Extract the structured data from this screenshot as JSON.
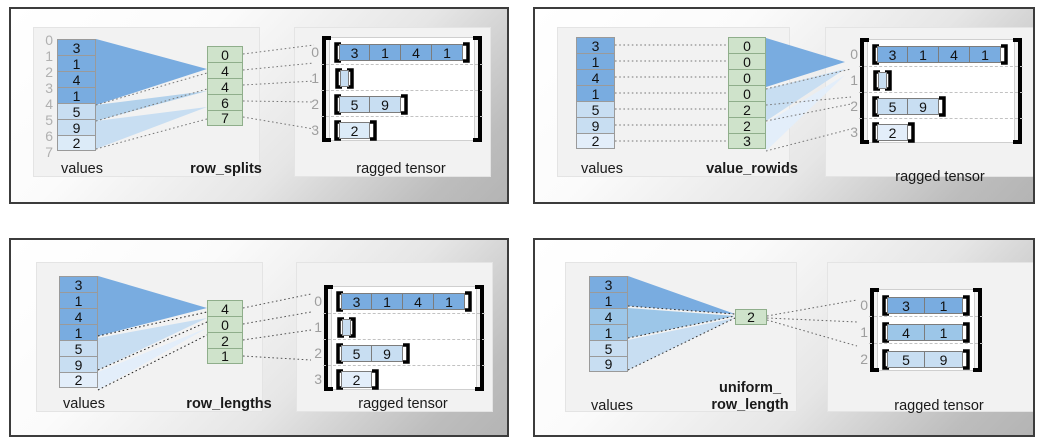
{
  "colors": {
    "blue_dark": "#79ace0",
    "blue_mid": "#9cc6e8",
    "blue_light": "#c8def2",
    "blue_pale": "#dcebf8",
    "green": "#cfe3cb",
    "panel_border": "#3c3c3c",
    "index_gray": "#b0b0b0",
    "bracket": "#000000"
  },
  "panels": [
    {
      "id": "row-splits",
      "values_caption": "values",
      "encoding_caption": "row_splits",
      "tensor_caption": "ragged tensor",
      "show_value_index": true,
      "values": [
        "3",
        "1",
        "4",
        "1",
        "5",
        "9",
        "2"
      ],
      "value_index_labels": [
        "0",
        "1",
        "2",
        "3",
        "4",
        "5",
        "6",
        "7"
      ],
      "encoding": [
        "0",
        "4",
        "4",
        "6",
        "7"
      ],
      "ragged_row_labels": [
        "0",
        "1",
        "2",
        "3"
      ],
      "ragged_rows": [
        [
          "3",
          "1",
          "4",
          "1"
        ],
        [],
        [
          "5",
          "9"
        ],
        [
          "2"
        ]
      ]
    },
    {
      "id": "value-rowids",
      "values_caption": "values",
      "encoding_caption": "value_rowids",
      "tensor_caption": "ragged tensor",
      "show_value_index": false,
      "values": [
        "3",
        "1",
        "4",
        "1",
        "5",
        "9",
        "2"
      ],
      "value_index_labels": [],
      "encoding": [
        "0",
        "0",
        "0",
        "0",
        "2",
        "2",
        "3"
      ],
      "ragged_row_labels": [
        "0",
        "1",
        "2",
        "3"
      ],
      "ragged_rows": [
        [
          "3",
          "1",
          "4",
          "1"
        ],
        [],
        [
          "5",
          "9"
        ],
        [
          "2"
        ]
      ]
    },
    {
      "id": "row-lengths",
      "values_caption": "values",
      "encoding_caption": "row_lengths",
      "tensor_caption": "ragged tensor",
      "show_value_index": false,
      "values": [
        "3",
        "1",
        "4",
        "1",
        "5",
        "9",
        "2"
      ],
      "value_index_labels": [],
      "encoding": [
        "4",
        "0",
        "2",
        "1"
      ],
      "ragged_row_labels": [
        "0",
        "1",
        "2",
        "3"
      ],
      "ragged_rows": [
        [
          "3",
          "1",
          "4",
          "1"
        ],
        [],
        [
          "5",
          "9"
        ],
        [
          "2"
        ]
      ]
    },
    {
      "id": "uniform-row-length",
      "values_caption": "values",
      "encoding_caption_line1": "uniform_",
      "encoding_caption_line2": "row_length",
      "tensor_caption": "ragged tensor",
      "show_value_index": false,
      "values": [
        "3",
        "1",
        "4",
        "1",
        "5",
        "9"
      ],
      "value_index_labels": [],
      "encoding": [
        "2"
      ],
      "ragged_row_labels": [
        "0",
        "1",
        "2"
      ],
      "ragged_rows": [
        [
          "3",
          "1"
        ],
        [
          "4",
          "1"
        ],
        [
          "5",
          "9"
        ]
      ]
    }
  ]
}
